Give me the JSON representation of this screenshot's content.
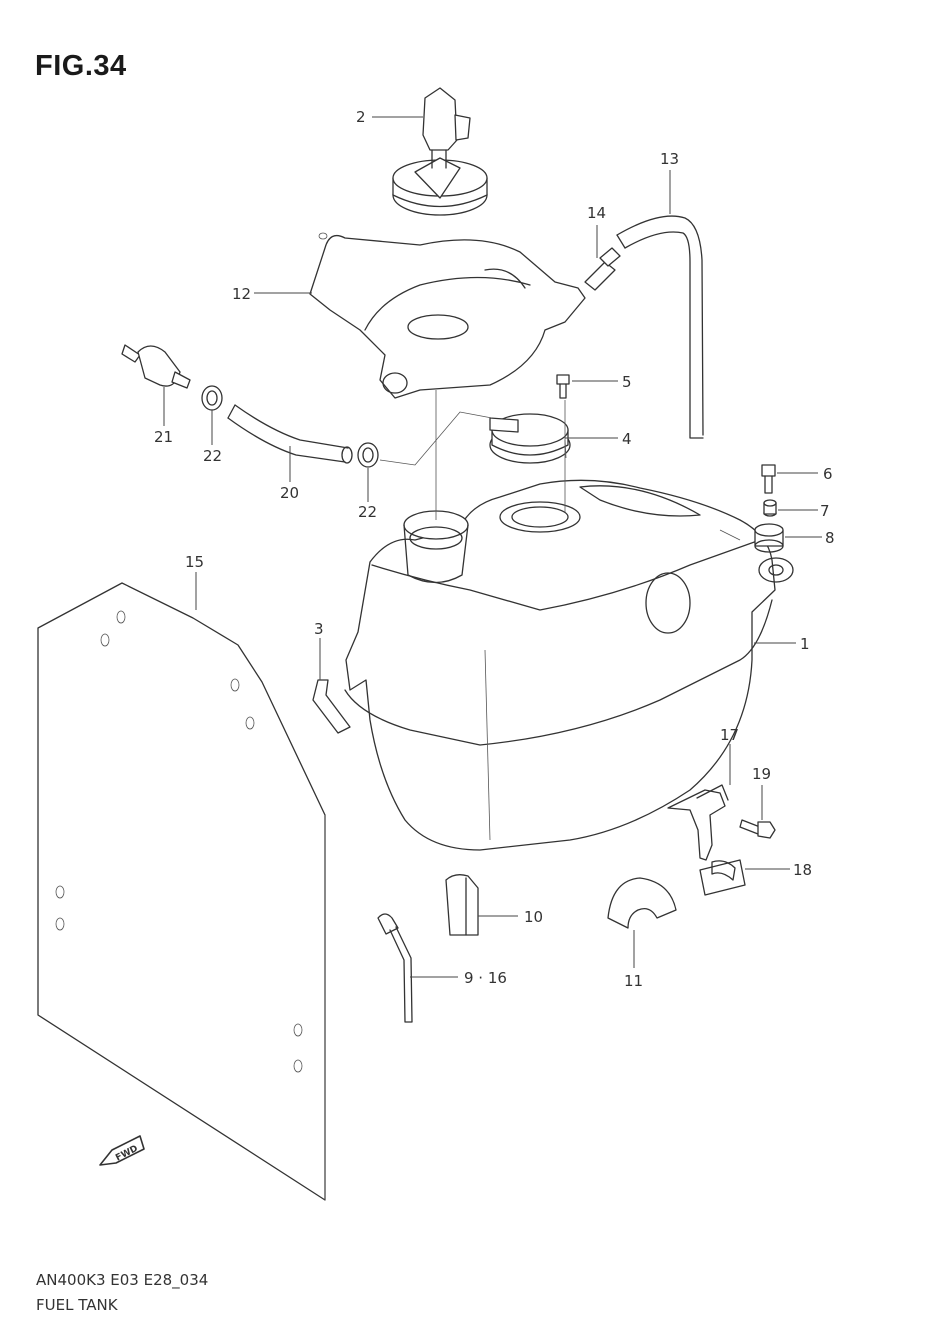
{
  "figure": {
    "title": "FIG.34"
  },
  "footer": {
    "model_code": "AN400K3 E03 E28_034",
    "section_name": "FUEL TANK"
  },
  "fwd_badge": {
    "label": "FWD"
  },
  "callouts": [
    {
      "id": "1",
      "label": "1"
    },
    {
      "id": "2",
      "label": "2"
    },
    {
      "id": "3",
      "label": "3"
    },
    {
      "id": "4",
      "label": "4"
    },
    {
      "id": "5",
      "label": "5"
    },
    {
      "id": "6",
      "label": "6"
    },
    {
      "id": "7",
      "label": "7"
    },
    {
      "id": "8",
      "label": "8"
    },
    {
      "id": "9_16",
      "label": "9 · 16"
    },
    {
      "id": "10",
      "label": "10"
    },
    {
      "id": "11",
      "label": "11"
    },
    {
      "id": "12",
      "label": "12"
    },
    {
      "id": "13",
      "label": "13"
    },
    {
      "id": "14",
      "label": "14"
    },
    {
      "id": "15",
      "label": "15"
    },
    {
      "id": "17",
      "label": "17"
    },
    {
      "id": "18",
      "label": "18"
    },
    {
      "id": "19",
      "label": "19"
    },
    {
      "id": "20",
      "label": "20"
    },
    {
      "id": "21",
      "label": "21"
    },
    {
      "id": "22a",
      "label": "22"
    },
    {
      "id": "22b",
      "label": "22"
    }
  ]
}
